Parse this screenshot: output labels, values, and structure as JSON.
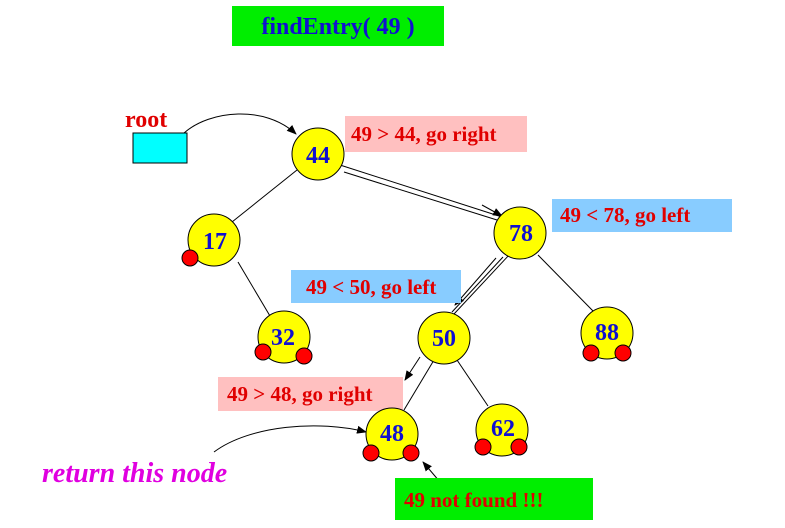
{
  "title": {
    "text": "findEntry( 49 )",
    "bg": "#00ee00"
  },
  "root_label": "root",
  "return_label": "return this node",
  "colors": {
    "node_fill": "#ffff00",
    "leaf_dot": "#ff0000",
    "root_box": "#00ffff",
    "callout_pink": "#ffc0c0",
    "callout_blue": "#88ccff",
    "found_green": "#00ee00"
  },
  "nodes": {
    "n44": "44",
    "n17": "17",
    "n32": "32",
    "n78": "78",
    "n50": "50",
    "n88": "88",
    "n48": "48",
    "n62": "62"
  },
  "callouts": {
    "c44": "49 > 44, go right",
    "c78": "49 < 78, go left",
    "c50": "49 < 50, go left",
    "c48": "49 > 48, go right",
    "notfound": "49 not found !!!"
  }
}
